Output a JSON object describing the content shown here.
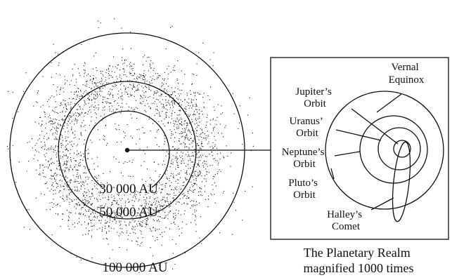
{
  "cloud": {
    "labels": [
      "30 000 AU",
      "50 000 AU",
      "100 000 AU"
    ]
  },
  "inset": {
    "labels": {
      "vernal": [
        "Vernal",
        "Equinox"
      ],
      "jupiter": [
        "Jupiter’s",
        "Orbit"
      ],
      "uranus": [
        "Uranus’",
        "Orbit"
      ],
      "neptune": [
        "Neptune’s",
        "Orbit"
      ],
      "pluto": [
        "Pluto’s",
        "Orbit"
      ],
      "halley": [
        "Halley’s",
        "Comet"
      ]
    },
    "caption": [
      "The Planetary Realm",
      "magnified 1000 times"
    ]
  },
  "colors": {
    "ink": "#111111",
    "background": "#ffffff"
  }
}
